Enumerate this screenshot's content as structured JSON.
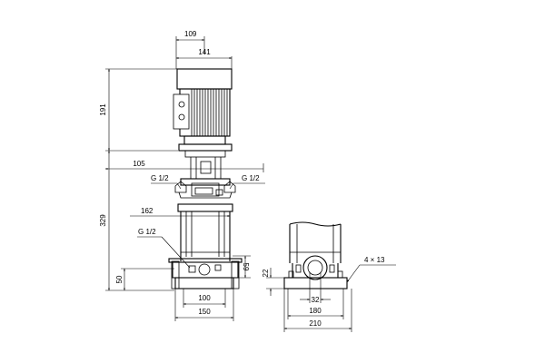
{
  "dimensions": {
    "motor_top_width": "109",
    "motor_width": "141",
    "motor_height": "191",
    "flange_offset": "105",
    "pump_height": "329",
    "pump_body_width": "162",
    "base_height": "50",
    "port_height": "59",
    "port_spacing": "100",
    "base_width_front": "150",
    "side_base_height": "22",
    "side_port_diameter": "32",
    "side_hole_spacing": "180",
    "side_base_width": "210"
  },
  "labels": {
    "vent_left": "G 1/2",
    "vent_right": "G 1/2",
    "drain": "G 1/2",
    "mounting_holes": "4 × 13"
  }
}
